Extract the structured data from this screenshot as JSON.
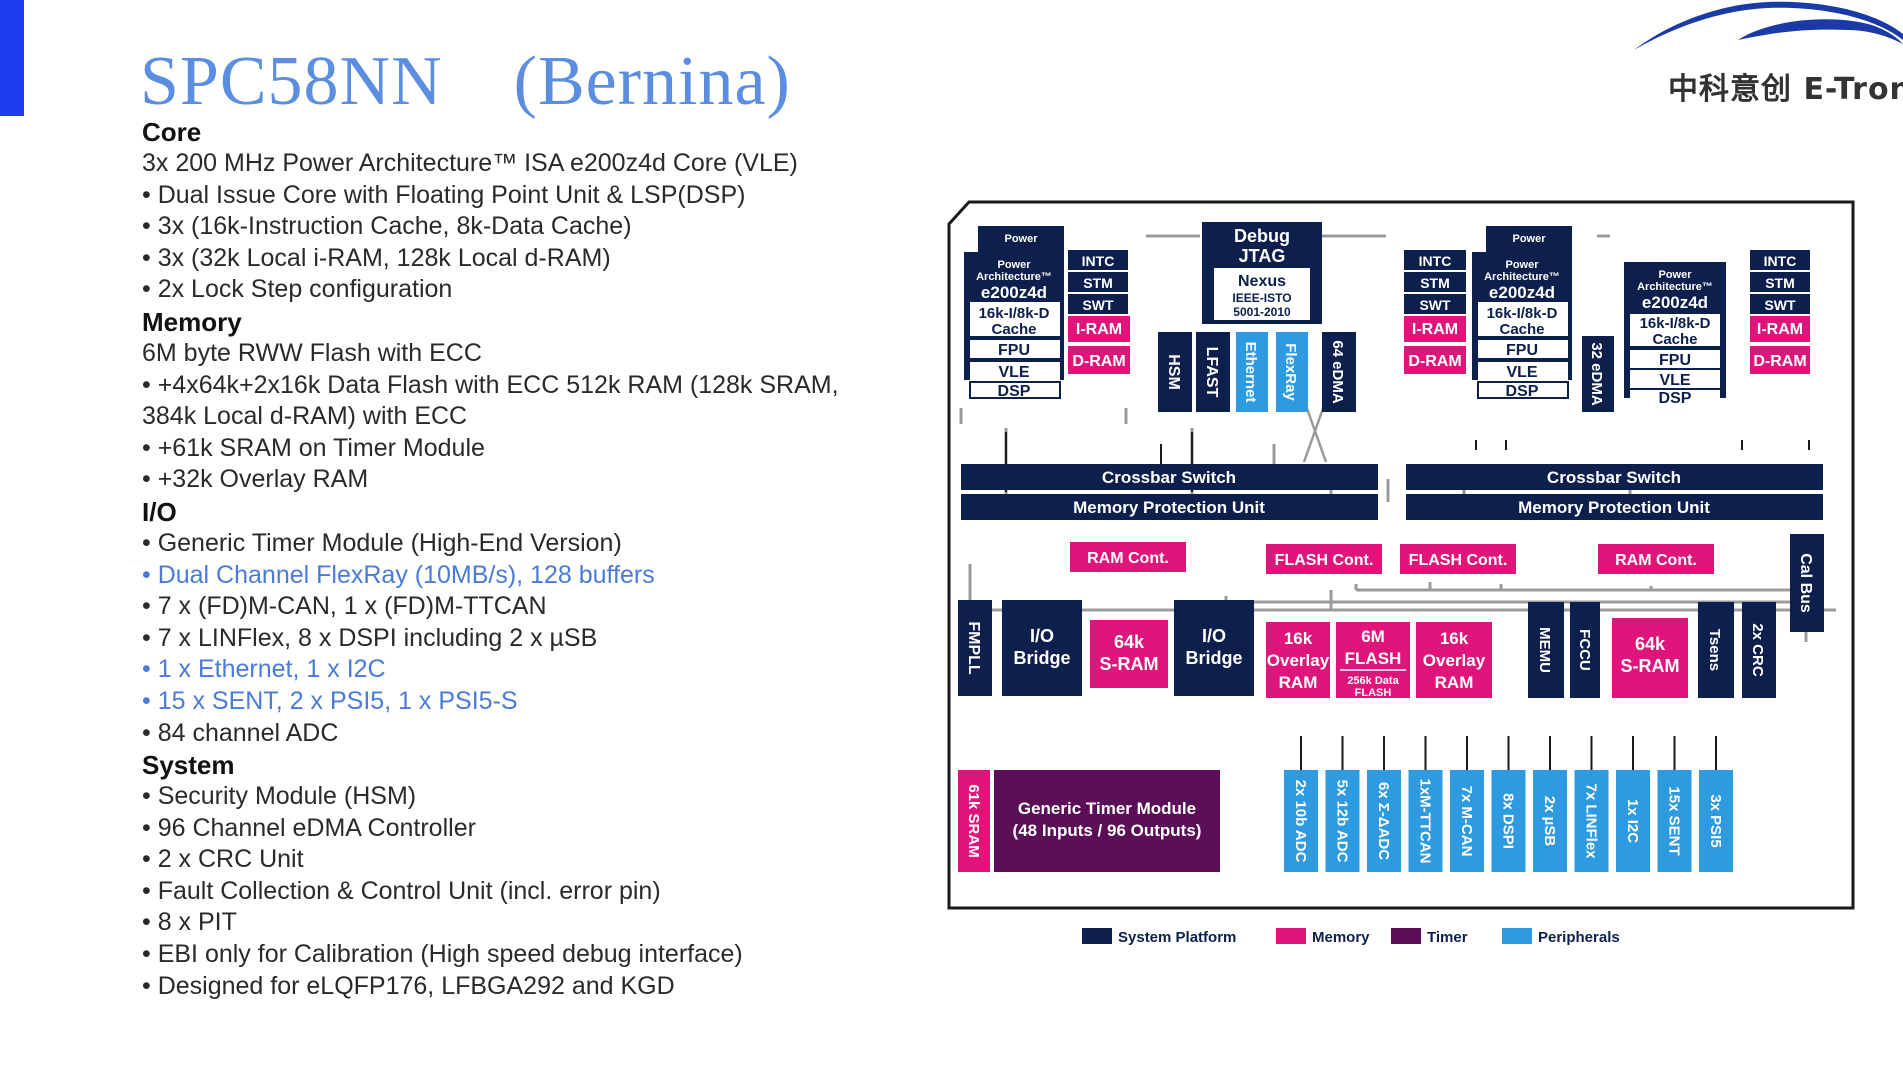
{
  "slide": {
    "title": "SPC58NN　(Bernina)",
    "logo": {
      "name": "E-Tronic",
      "text": "中科意创 E-Tronic"
    },
    "accent_color": "#1f3df0",
    "title_color": "#5b8de0"
  },
  "spec": {
    "core_heading": "Core",
    "core": [
      "3x 200 MHz Power Architecture™ ISA e200z4d Core (VLE)",
      "• Dual Issue Core with Floating Point Unit & LSP(DSP)",
      "• 3x (16k-Instruction Cache, 8k-Data Cache)",
      "• 3x (32k Local i-RAM, 128k Local d-RAM)",
      "• 2x Lock Step configuration"
    ],
    "memory_heading": "Memory",
    "memory": [
      "6M byte RWW Flash with ECC",
      "• +4x64k+2x16k Data Flash with ECC  512k RAM (128k SRAM, 384k Local d-RAM) with ECC",
      "• +61k SRAM on Timer Module",
      "• +32k Overlay RAM"
    ],
    "io_heading": "I/O",
    "io": [
      "• Generic Timer Module (High-End Version)",
      "• Dual Channel FlexRay (10MB/s), 128 buffers",
      "• 7 x (FD)M-CAN, 1 x (FD)M-TTCAN",
      "• 7 x LINFlex, 8 x DSPI including 2 x µSB",
      "• 1 x Ethernet,  1 x I2C",
      "• 15 x SENT,  2 x PSI5,  1 x PSI5-S",
      "• 84 channel ADC"
    ],
    "system_heading": "System",
    "system": [
      "• Security Module (HSM)",
      "• 96 Channel eDMA Controller",
      "• 2 x CRC Unit",
      "• Fault Collection & Control Unit (incl. error pin)",
      "• 8 x PIT",
      "• EBI only for Calibration (High speed debug interface)",
      "• Designed for eLQFP176, LFBGA292 and KGD"
    ]
  },
  "diagram": {
    "colors": {
      "system": "#0d1f4d",
      "memory": "#e0157c",
      "timer": "#5b0f57",
      "peripheral": "#2e9be0",
      "line": "#9a9a9a"
    },
    "core": {
      "pa": "Power",
      "pa2": "Architecture™",
      "name": "e200z4d",
      "cache1": "16k-I/8k-D",
      "cache2": "Cache",
      "fpu": "FPU",
      "vle": "VLE",
      "dsp": "DSP"
    },
    "side": {
      "intc": "INTC",
      "stm": "STM",
      "swt": "SWT",
      "iram": "I-RAM",
      "dram": "D-RAM"
    },
    "debug": {
      "title1": "Debug",
      "title2": "JTAG",
      "nexus": "Nexus",
      "ieee1": "IEEE-ISTO",
      "ieee2": "5001-2010"
    },
    "vert": {
      "hsm": "HSM",
      "lfast": "LFAST",
      "ethernet": "Ethernet",
      "flexray": "FlexRay",
      "edma64": "64 eDMA",
      "edma32": "32 eDMA"
    },
    "crossbar": "Crossbar Switch",
    "mpu": "Memory Protection Unit",
    "ram_cont": "RAM Cont.",
    "flash_cont": "FLASH Cont.",
    "cal_bus": "Cal Bus",
    "fmpll": "FMPLL",
    "io_bridge1": "I/O",
    "io_bridge2": "Bridge",
    "sram64_1": "64k",
    "sram64_2": "S-RAM",
    "overlay1": "16k",
    "overlay2": "Overlay",
    "overlay3": "RAM",
    "flash1": "6M",
    "flash2": "FLASH",
    "dataflash1": "256k Data",
    "dataflash2": "FLASH",
    "memu": "MEMU",
    "fccu": "FCCU",
    "tsens": "Tsens",
    "crc": "2x CRC",
    "sram61": "61k SRAM",
    "gtm1": "Generic Timer Module",
    "gtm2": "(48 Inputs / 96 Outputs)",
    "peripherals": [
      "2x 10b ADC",
      "5x 12b ADC",
      "6x Σ-ΔADC",
      "1xM-TTCAN",
      "7x M-CAN",
      "8x DSPI",
      "2x µSB",
      "7x LINFlex",
      "1x I2C",
      "15x SENT",
      "3x PSI5"
    ],
    "legend": [
      {
        "label": "System Platform",
        "color": "#0d1f4d"
      },
      {
        "label": "Memory",
        "color": "#e0157c"
      },
      {
        "label": "Timer",
        "color": "#5b0f57"
      },
      {
        "label": "Peripherals",
        "color": "#2e9be0"
      }
    ]
  }
}
